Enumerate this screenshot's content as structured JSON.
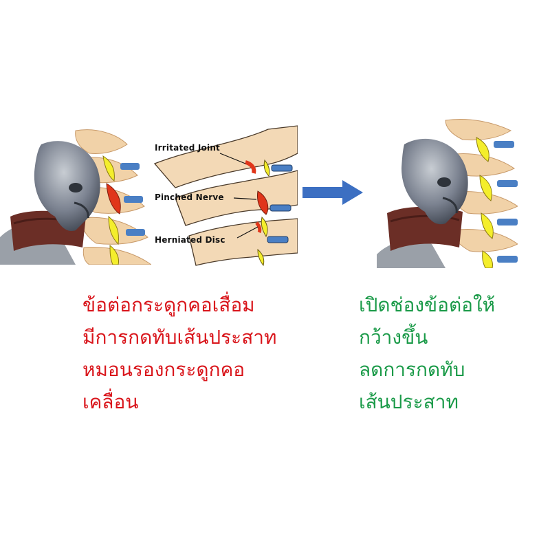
{
  "colors": {
    "problem_text": "#d9151b",
    "benefit_text": "#1a9a48",
    "arrow": "#3c6fc2",
    "vertebra": "#f1d2a8",
    "disc_normal": "#f4ee2c",
    "disc_inflamed": "#e0361a",
    "nerve": "#4a7fc4",
    "collar": "#6b2e26"
  },
  "icons": {
    "before": "head-with-collar-compressed-spine-icon",
    "diagram": "cervical-spine-closeup-icon",
    "arrow": "right-arrow-icon",
    "after": "head-with-collar-decompressed-spine-icon"
  },
  "diagram": {
    "labels": {
      "irritated_joint": "Irritated Joint",
      "pinched_nerve": "Pinched Nerve",
      "herniated_disc": "Herniated Disc"
    }
  },
  "problem_text": {
    "line1": "ข้อต่อกระดูกคอเสื่อม",
    "line2": "มีการกดทับเส้นประสาท",
    "line3": "หมอนรองกระดูกคอ",
    "line4": "เคลื่อน"
  },
  "benefit_text": {
    "line1": "เปิดช่องข้อต่อให้",
    "line2": "กว้างขึ้น",
    "line3": "ลดการกดทับ",
    "line4": "เส้นประสาท"
  }
}
